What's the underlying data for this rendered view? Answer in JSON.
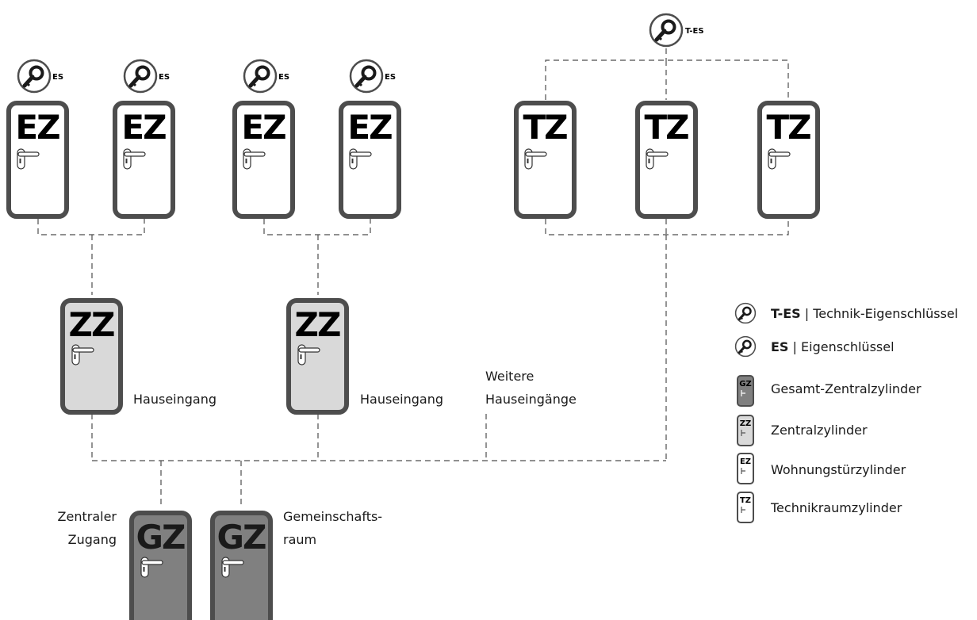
{
  "keys": {
    "es_label": "ES",
    "tes_label": "T-ES"
  },
  "doors": {
    "ez_label": "EZ",
    "tz_label": "TZ",
    "zz_label": "ZZ",
    "gz_label": "GZ"
  },
  "captions": {
    "hauseingang_1": "Hauseingang",
    "hauseingang_2": "Hauseingang",
    "weitere_line1": "Weitere",
    "weitere_line2": "Hauseingänge",
    "zentraler_line1": "Zentraler",
    "zentraler_line2": "Zugang",
    "gemeinschafts_line1": "Gemeinschafts-",
    "gemeinschafts_line2": "raum"
  },
  "legend": {
    "tes_abbr": "T-ES",
    "tes_sep": " | ",
    "tes_text": "Technik-Eigenschlüssel",
    "es_abbr": "ES",
    "es_sep": " | ",
    "es_text": "Eigenschlüssel",
    "gz_abbr": "GZ",
    "gz_text": "Gesamt-Zentralzylinder",
    "zz_abbr": "ZZ",
    "zz_text": "Zentralzylinder",
    "ez_abbr": "EZ",
    "ez_text": "Wohnungstürzylinder",
    "tz_abbr": "TZ",
    "tz_text": "Technikraumzylinder"
  },
  "colors": {
    "frame": "#4d4d4d",
    "ez_fill": "#ffffff",
    "zz_fill": "#d9d9d9",
    "gz_fill": "#808080",
    "line": "#4d4d4d"
  }
}
